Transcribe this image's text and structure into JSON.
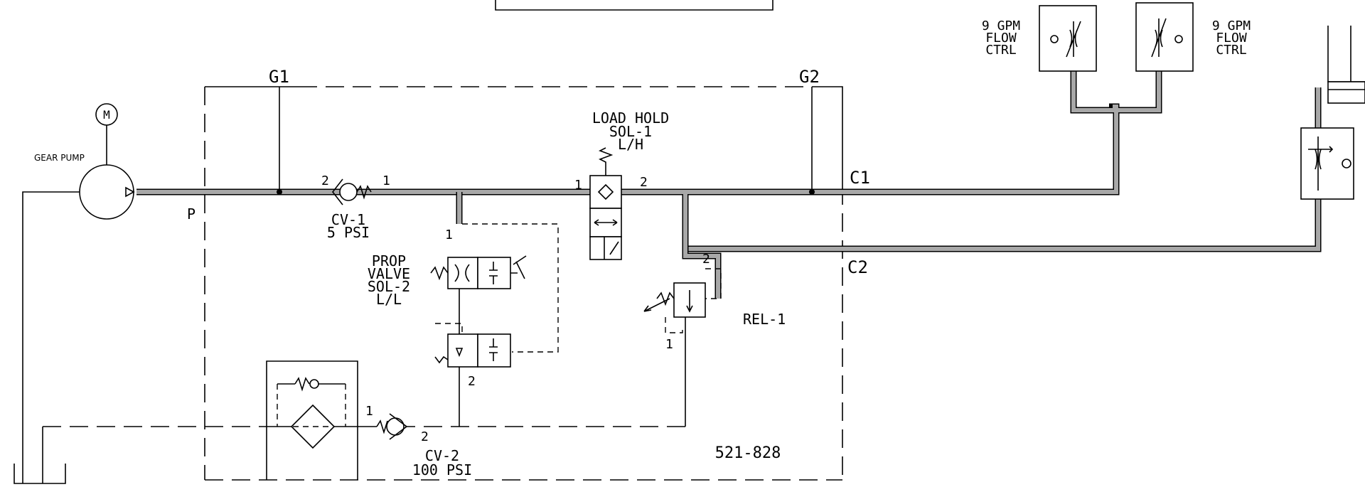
{
  "labels": {
    "g1": "G1",
    "g2": "G2",
    "c1": "C1",
    "c2": "C2",
    "p": "P",
    "motor": "M",
    "gear_pump": "GEAR PUMP",
    "cv1_name": "CV-1",
    "cv1_psi": "5 PSI",
    "cv2_name": "CV-2",
    "cv2_psi": "100 PSI",
    "load_hold_1": "LOAD HOLD",
    "load_hold_2": "SOL-1",
    "load_hold_3": "L/H",
    "prop_1": "PROP",
    "prop_2": "VALVE",
    "prop_3": "SOL-2",
    "prop_4": "L/L",
    "rel": "REL-1",
    "part_no": "521-828",
    "flow_left_1": "9 GPM",
    "flow_left_2": "FLOW",
    "flow_left_3": "CTRL",
    "flow_right_1": "9 GPM",
    "flow_right_2": "FLOW",
    "flow_right_3": "CTRL"
  },
  "ports": {
    "cv1_in": "2",
    "cv1_out": "1",
    "lh_in": "1",
    "lh_out": "2",
    "prop_in": "1",
    "prop_out": "2",
    "rel_in": "2",
    "rel_out": "1",
    "cv2_in": "1",
    "cv2_out": "2"
  },
  "colors": {
    "line": "#000000",
    "pipe_fill": "#a8a8a8",
    "background": "#ffffff"
  }
}
